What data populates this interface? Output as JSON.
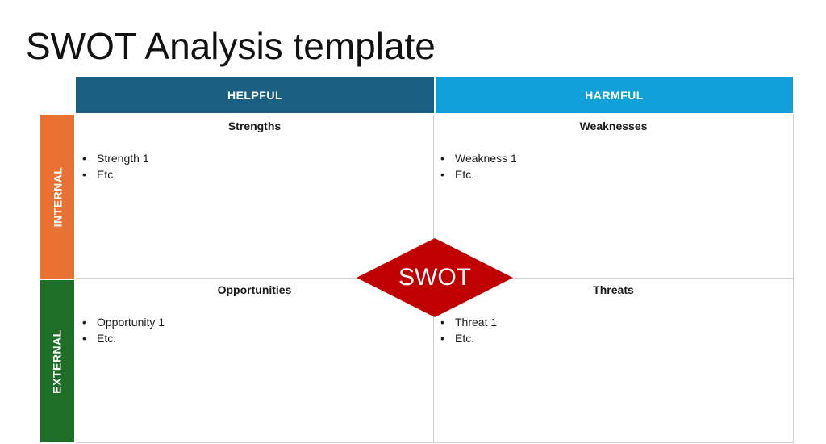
{
  "page": {
    "title": "SWOT Analysis template"
  },
  "columns": {
    "helpful": "HELPFUL",
    "harmful": "HARMFUL"
  },
  "rows": {
    "internal": "INTERNAL",
    "external": "EXTERNAL"
  },
  "quadrants": {
    "strengths": {
      "title": "Strengths",
      "items": [
        "Strength 1",
        "Etc."
      ]
    },
    "weaknesses": {
      "title": "Weaknesses",
      "items": [
        "Weakness 1",
        "Etc."
      ]
    },
    "opportunities": {
      "title": "Opportunities",
      "items": [
        "Opportunity 1",
        "Etc."
      ]
    },
    "threats": {
      "title": "Threats",
      "items": [
        "Threat 1",
        "Etc."
      ]
    }
  },
  "center": {
    "label": "SWOT"
  },
  "colors": {
    "helpful_header": "#1A5E82",
    "harmful_header": "#12A0D8",
    "internal_header": "#E97132",
    "external_header": "#1E6E28",
    "diamond": "#C00000"
  }
}
